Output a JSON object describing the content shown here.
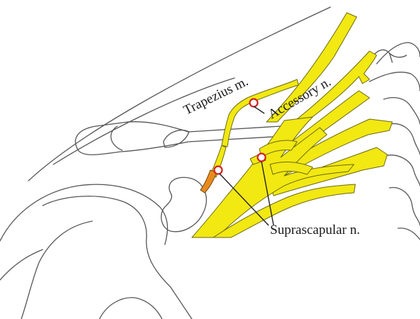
{
  "labels": {
    "trapezius": "Trapezius m.",
    "accessory": "Accessory n.",
    "suprascapular": "Suprascapular n."
  },
  "colors": {
    "nerve": "#f2e812",
    "nerve_outline": "#6b6a10",
    "highlight_segment": "#e98b1c",
    "marker_ring": "#d42020",
    "bone_outline": "#555555",
    "background": "#ffffff"
  }
}
